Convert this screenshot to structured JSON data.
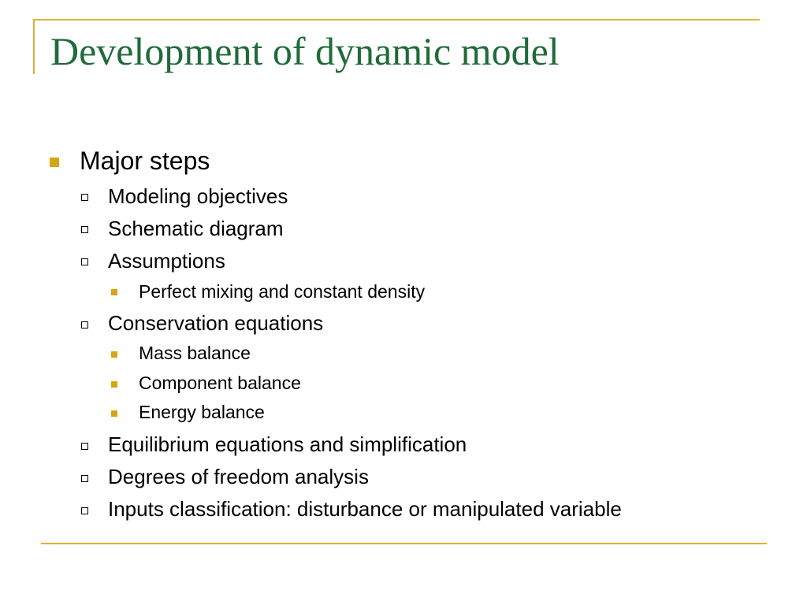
{
  "slide": {
    "title": "Development of dynamic model",
    "bullets": [
      {
        "level": 1,
        "text": "Major steps"
      },
      {
        "level": 2,
        "text": "Modeling objectives"
      },
      {
        "level": 2,
        "text": "Schematic diagram"
      },
      {
        "level": 2,
        "text": "Assumptions"
      },
      {
        "level": 3,
        "text": "Perfect mixing and constant density"
      },
      {
        "level": 2,
        "text": "Conservation equations"
      },
      {
        "level": 3,
        "text": "Mass balance"
      },
      {
        "level": 3,
        "text": "Component balance"
      },
      {
        "level": 3,
        "text": "Energy balance"
      },
      {
        "level": 2,
        "text": "Equilibrium equations and simplification"
      },
      {
        "level": 2,
        "text": "Degrees of freedom analysis"
      },
      {
        "level": 2,
        "text": "Inputs classification: disturbance or manipulated variable"
      }
    ]
  },
  "colors": {
    "title": "#1f6b3a",
    "accent_rule": "#e0b135",
    "bullet_fill": "#d4a515"
  },
  "icons": {
    "level1_marker": "filled-square-bullet-icon",
    "level2_marker": "hollow-square-bullet-icon",
    "level3_marker": "filled-square-bullet-icon"
  }
}
